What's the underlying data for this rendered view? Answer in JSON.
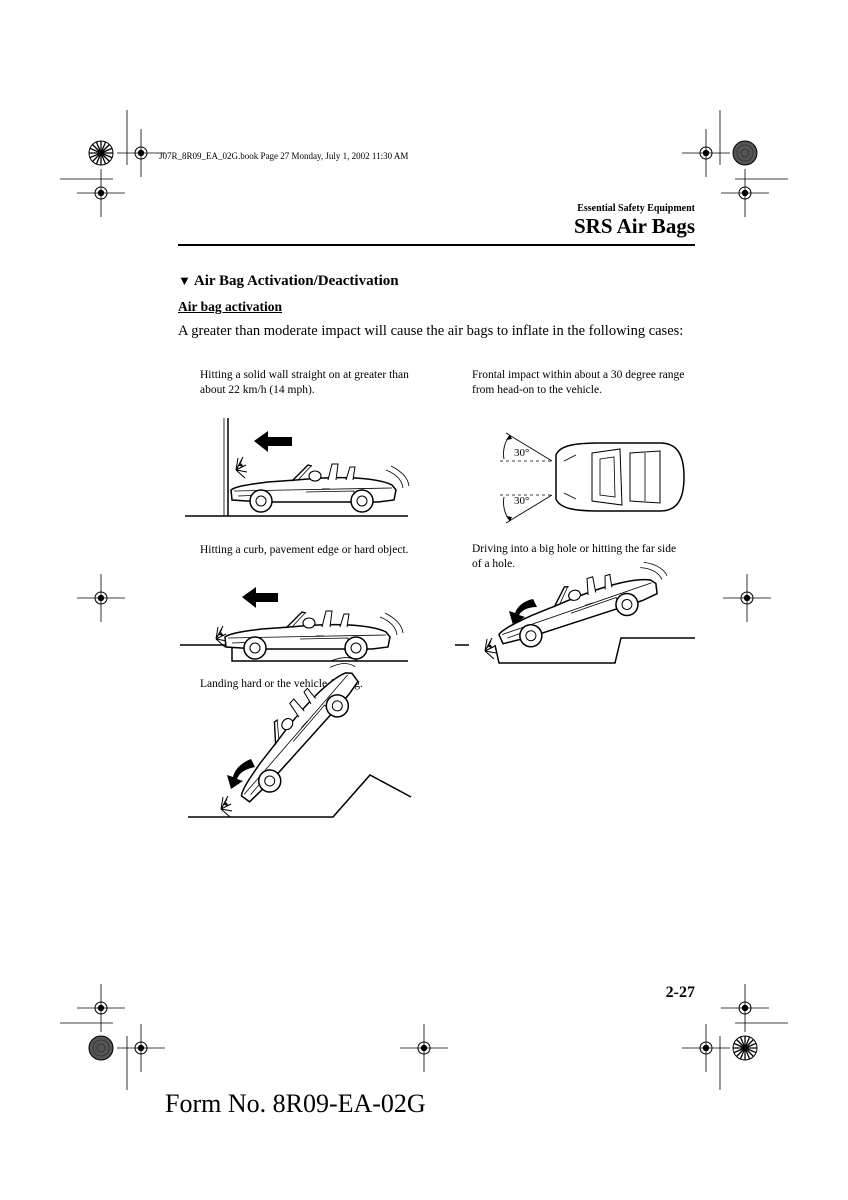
{
  "header": {
    "book_info": "J07R_8R09_EA_02G.book  Page 27  Monday, July 1, 2002  11:30 AM",
    "section_label": "Essential Safety Equipment",
    "section_title": "SRS Air Bags"
  },
  "content": {
    "heading_icon": "down-triangle-icon",
    "heading": "Air Bag Activation/Deactivation",
    "subheading": "Air bag activation",
    "intro": "A greater than moderate impact will cause the air bags to inflate in the following cases:",
    "cases": [
      {
        "caption": "Hitting a solid wall straight on at greater than about 22 km/h (14 mph)."
      },
      {
        "caption": "Frontal impact within about a 30 degree range from head-on to the vehicle.",
        "angle_labels": [
          "30°",
          "30°"
        ]
      },
      {
        "caption": "Hitting a curb, pavement edge or hard object."
      },
      {
        "caption": "Driving into a big hole or hitting the far side of a hole."
      },
      {
        "caption": "Landing hard or the vehicle falling."
      }
    ]
  },
  "footer": {
    "page_number": "2-27",
    "form_number": "Form No. 8R09-EA-02G"
  }
}
